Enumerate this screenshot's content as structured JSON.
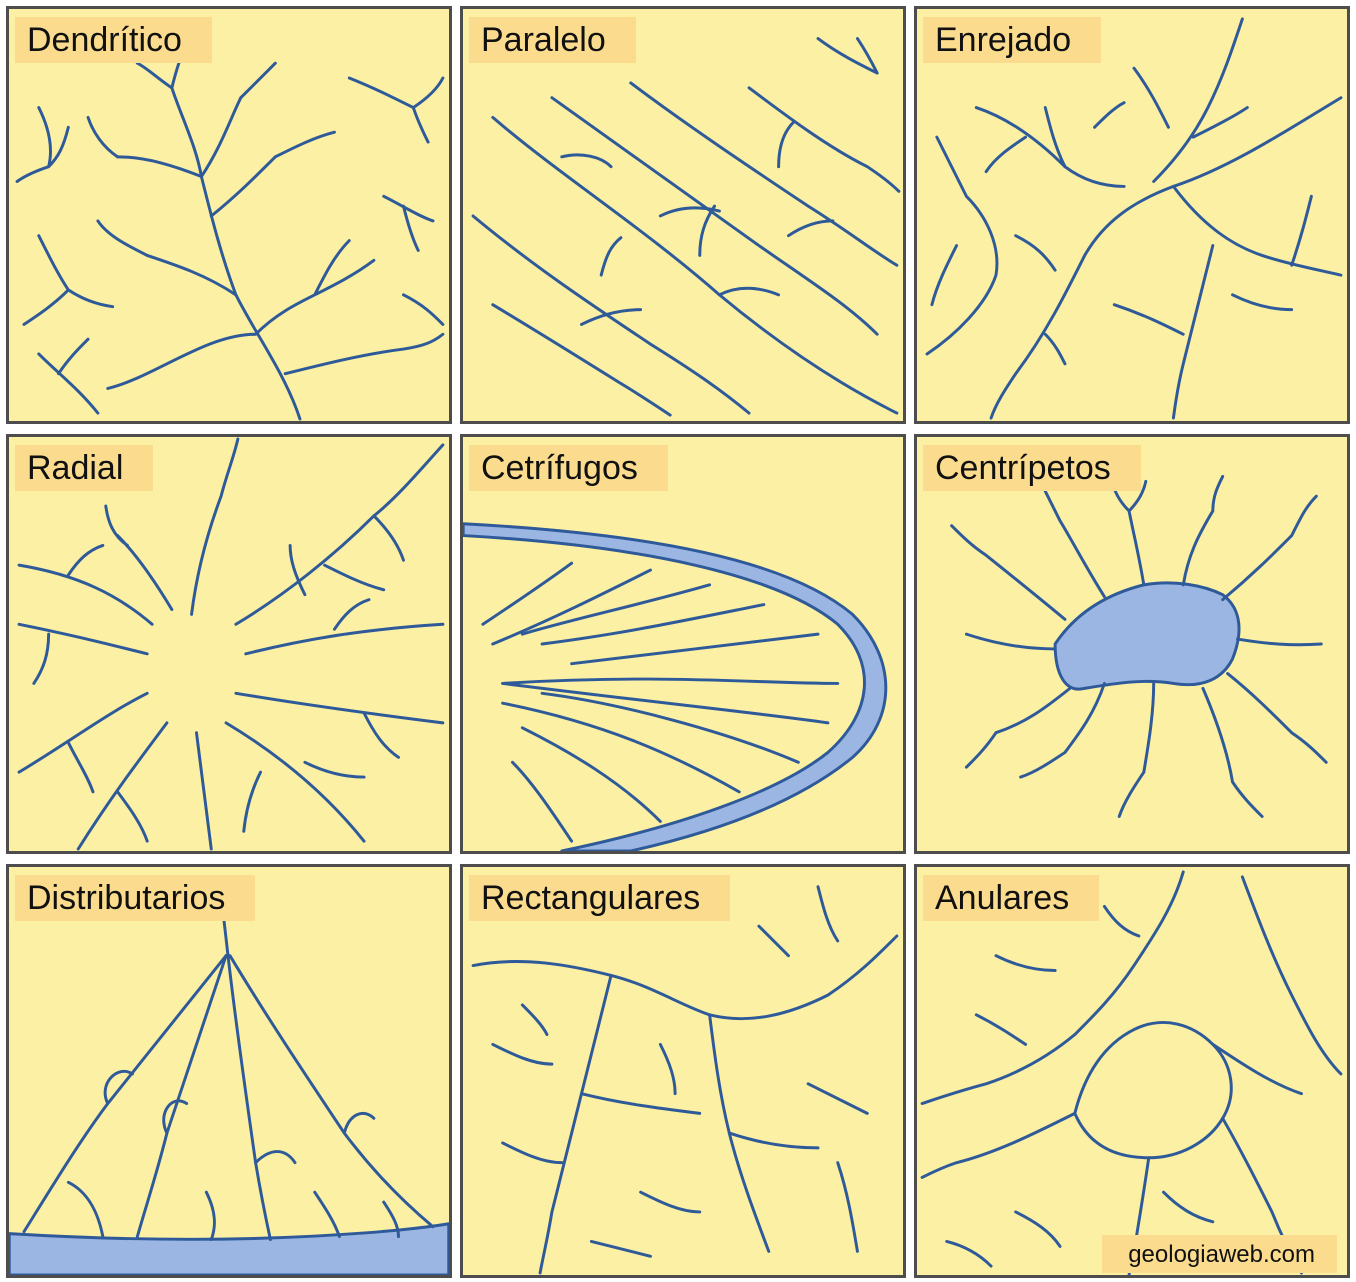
{
  "panels": [
    {
      "id": "dendritico",
      "label": "Dendrítico"
    },
    {
      "id": "paralelo",
      "label": "Paralelo"
    },
    {
      "id": "enrejado",
      "label": "Enrejado"
    },
    {
      "id": "radial",
      "label": "Radial"
    },
    {
      "id": "centrifugos",
      "label": "Cetrífugos"
    },
    {
      "id": "centripetos",
      "label": "Centrípetos"
    },
    {
      "id": "distributarios",
      "label": "Distributarios"
    },
    {
      "id": "rectangulares",
      "label": "Rectangulares"
    },
    {
      "id": "anulares",
      "label": "Anulares"
    }
  ],
  "credit": "geologiaweb.com",
  "colors": {
    "land": "#fbf0a3",
    "label_bg": "#fbdc8e",
    "stream": "#2f5a9a",
    "water": "#9bb6e3",
    "border": "#4d4d4d"
  }
}
